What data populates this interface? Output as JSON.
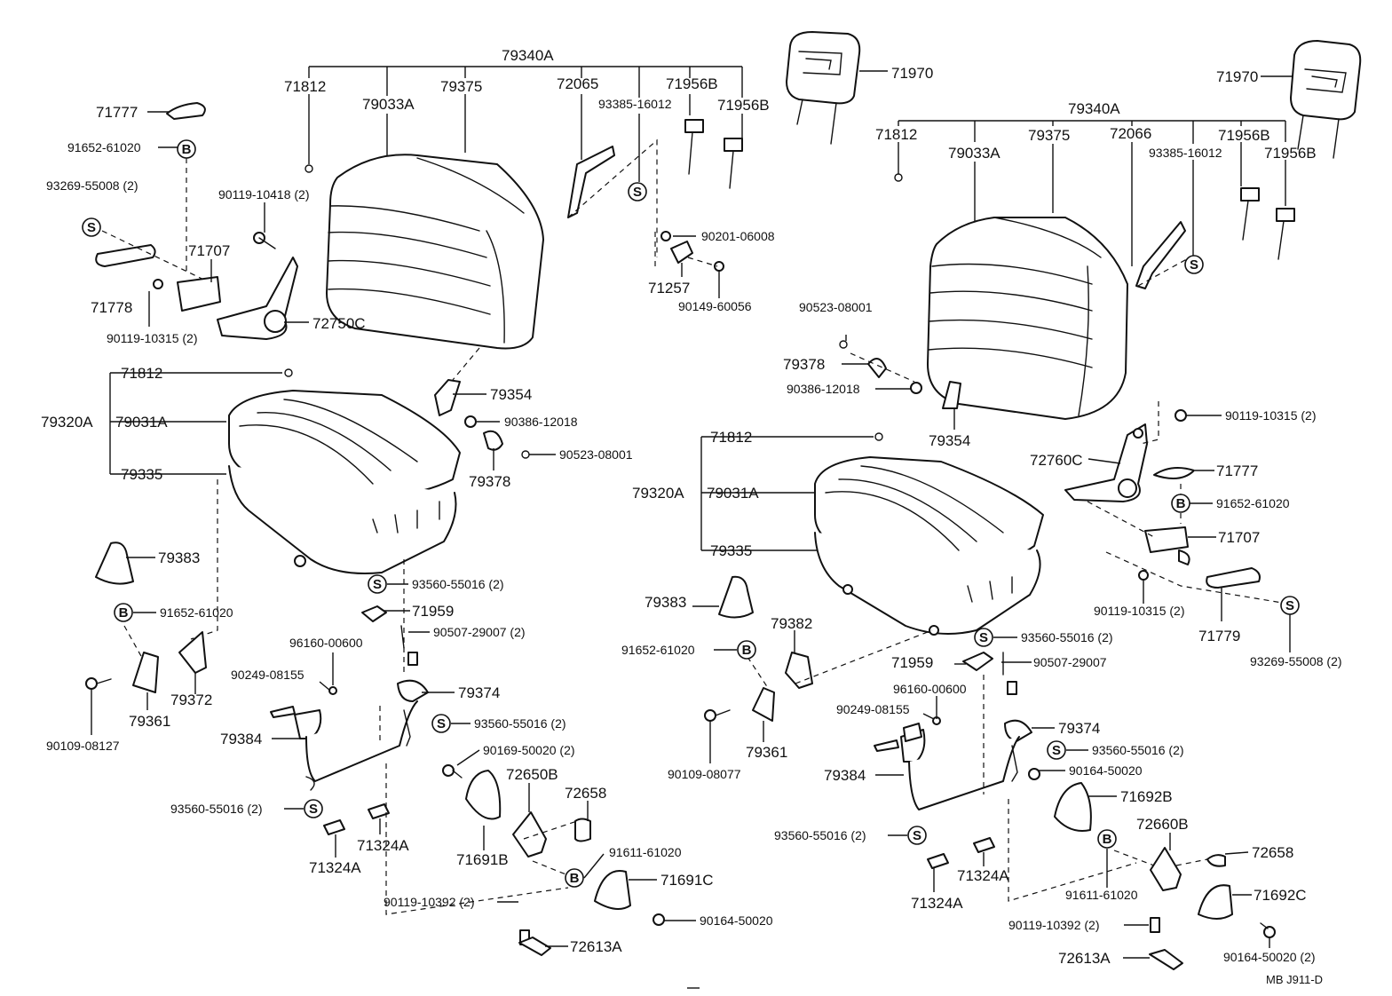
{
  "symbols": {
    "s": "S",
    "b": "B"
  },
  "ref_code": "MB  J911-D",
  "left": {
    "seatback_assy": "79340A",
    "seat_cushion_assy": "79320A",
    "labels": {
      "71812_top": "71812",
      "79033A": "79033A",
      "79375": "79375",
      "72065": "72065",
      "71956B_a": "71956B",
      "71956B_b": "71956B",
      "93385-16012": "93385-16012",
      "71777": "71777",
      "91652-61020_top": "91652-61020",
      "93269-55008": "93269-55008 (2)",
      "90119-10418": "90119-10418 (2)",
      "71707": "71707",
      "71778": "71778",
      "90119-10315": "90119-10315 (2)",
      "72750C": "72750C",
      "90201-06008": "90201-06008",
      "71257": "71257",
      "90149-60056": "90149-60056",
      "71812_mid": "71812",
      "79031A": "79031A",
      "79335": "79335",
      "79354": "79354",
      "90386-12018": "90386-12018",
      "90523-08001": "90523-08001",
      "79378": "79378",
      "79383": "79383",
      "91652-61020_mid": "91652-61020",
      "93560-55016_a": "93560-55016 (2)",
      "71959": "71959",
      "90507-29007": "90507-29007 (2)",
      "96160-00600": "96160-00600",
      "90249-08155": "90249-08155",
      "79374": "79374",
      "79372": "79372",
      "79361": "79361",
      "90109-08127": "90109-08127",
      "79384": "79384",
      "93560-55016_b": "93560-55016 (2)",
      "90169-50020": "90169-50020 (2)",
      "72650B": "72650B",
      "72658": "72658",
      "93560-55016_c": "93560-55016 (2)",
      "71324A_a": "71324A",
      "71324A_b": "71324A",
      "71691B": "71691B",
      "91611-61020": "91611-61020",
      "71691C": "71691C",
      "90119-10392": "90119-10392 (2)",
      "90164-50020": "90164-50020",
      "72613A": "72613A"
    }
  },
  "right": {
    "seatback_assy": "79340A",
    "seat_cushion_assy": "79320A",
    "labels": {
      "71970_left": "71970",
      "71970_right": "71970",
      "71812_top": "71812",
      "79033A": "79033A",
      "79375": "79375",
      "72066": "72066",
      "71956B_a": "71956B",
      "71956B_b": "71956B",
      "93385-16012": "93385-16012",
      "90523-08001": "90523-08001",
      "79378": "79378",
      "90386-12018": "90386-12018",
      "79354": "79354",
      "90119-10315_top": "90119-10315 (2)",
      "72760C": "72760C",
      "71777": "71777",
      "91652-61020_top": "91652-61020",
      "71707": "71707",
      "71812_mid": "71812",
      "79031A": "79031A",
      "79335": "79335",
      "90119-10315_bot": "90119-10315 (2)",
      "71779": "71779",
      "93269-55008": "93269-55008 (2)",
      "79383": "79383",
      "79382": "79382",
      "91652-61020_mid": "91652-61020",
      "93560-55016_a": "93560-55016 (2)",
      "71959": "71959",
      "90507-29007": "90507-29007",
      "96160-00600": "96160-00600",
      "90249-08155": "90249-08155",
      "79374": "79374",
      "93560-55016_b": "93560-55016 (2)",
      "79361": "79361",
      "90109-08077": "90109-08077",
      "79384": "79384",
      "90164-50020_a": "90164-50020",
      "71692B": "71692B",
      "72660B": "72660B",
      "93560-55016_c": "93560-55016 (2)",
      "72658": "72658",
      "71324A_a": "71324A",
      "71324A_b": "71324A",
      "91611-61020": "91611-61020",
      "71692C": "71692C",
      "90119-10392": "90119-10392 (2)",
      "72613A": "72613A",
      "90164-50020_b": "90164-50020 (2)"
    }
  }
}
